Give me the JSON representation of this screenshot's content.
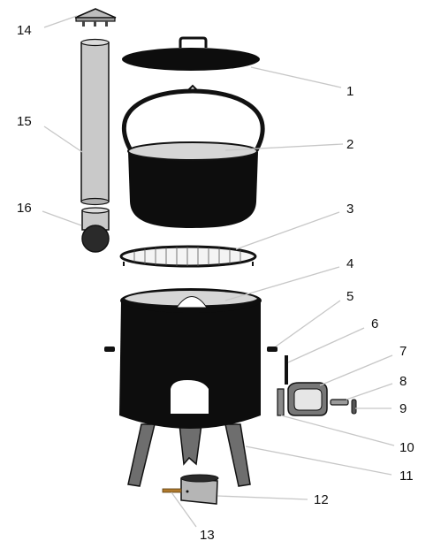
{
  "callouts": [
    {
      "id": "1",
      "label": "1"
    },
    {
      "id": "2",
      "label": "2"
    },
    {
      "id": "3",
      "label": "3"
    },
    {
      "id": "4",
      "label": "4"
    },
    {
      "id": "5",
      "label": "5"
    },
    {
      "id": "6",
      "label": "6"
    },
    {
      "id": "7",
      "label": "7"
    },
    {
      "id": "8",
      "label": "8"
    },
    {
      "id": "9",
      "label": "9"
    },
    {
      "id": "10",
      "label": "10"
    },
    {
      "id": "11",
      "label": "11"
    },
    {
      "id": "12",
      "label": "12"
    },
    {
      "id": "13",
      "label": "13"
    },
    {
      "id": "14",
      "label": "14"
    },
    {
      "id": "15",
      "label": "15"
    },
    {
      "id": "16",
      "label": "16"
    }
  ],
  "colors": {
    "body": "#0d0d0d",
    "interior": "#d6d6d6",
    "chimney": "#c9c9c9",
    "legs": "#6e6e6e",
    "leader_lines": "#c7c7c7"
  }
}
